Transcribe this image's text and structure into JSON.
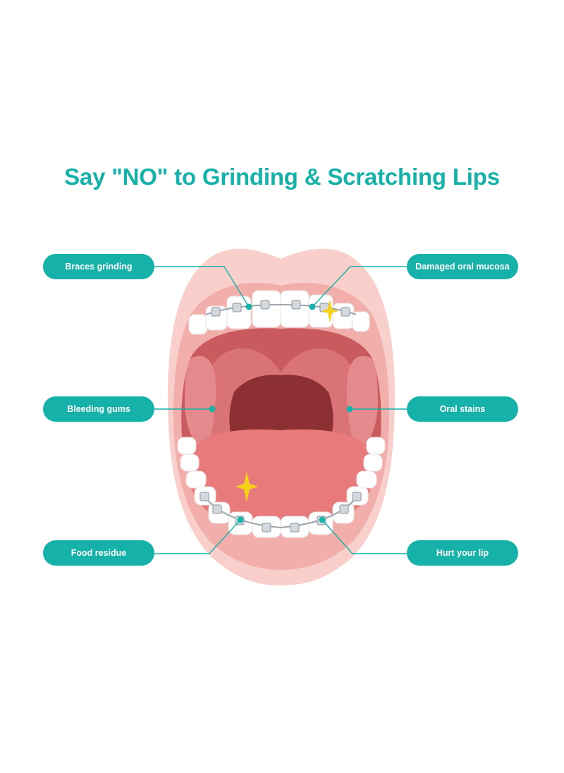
{
  "title": "Say \"NO\" to Grinding & Scratching Lips",
  "colors": {
    "teal": "#16b1a8",
    "lip": "#f9cfcb",
    "lip_inner": "#f2aeaa",
    "throat": "#c95a5e",
    "uvula_dark": "#8c3034",
    "tongue": "#e87a7c",
    "tooth": "#ffffff",
    "bracket": "#9aa4ad",
    "sparkle": "#f7d117"
  },
  "labels": {
    "braces_grinding": "Braces grinding",
    "damaged_oral_mucosa": "Damaged oral mucosa",
    "bleeding_gums": "Bleeding gums",
    "oral_stains": "Oral stains",
    "food_residue": "Food residue",
    "hurt_your_lip": "Hurt your lip"
  },
  "icons": [
    "sparkle-icon"
  ]
}
